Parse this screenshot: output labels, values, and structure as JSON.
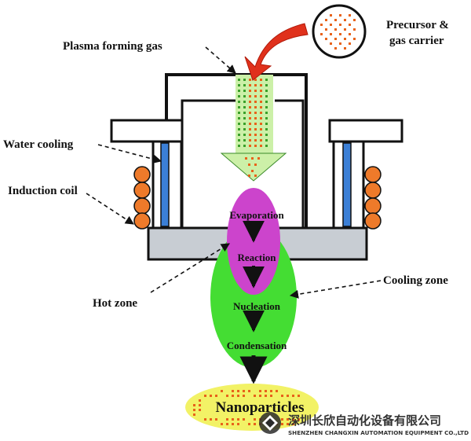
{
  "labels": {
    "plasma_forming_gas": "Plasma forming gas",
    "precursor_line1": "Precursor &",
    "precursor_line2": "gas carrier",
    "water_cooling": "Water cooling",
    "induction_coil": "Induction coil",
    "hot_zone": "Hot zone",
    "cooling_zone": "Cooling zone"
  },
  "process_steps": [
    "Evaporation",
    "Reaction",
    "Nucleation",
    "Condensation"
  ],
  "product": "Nanoparticles",
  "watermark": {
    "company_cn": "深圳长欣自动化设备有限公司",
    "company_en": "SHENZHEN CHANGXIN AUTOMATION EQUIPMENT CO.,LTD"
  },
  "colors": {
    "hot_zone": "#cc44cc",
    "cooling_zone": "#44dd33",
    "product_ellipse": "#f2f266",
    "particle": "#e8621a",
    "arrow_red": "#e0311c",
    "water_blue": "#3b7fd6",
    "coil_orange": "#ee7a2a",
    "base_gray": "#c8cdd3",
    "nozzle_green": "#ccf0a8"
  }
}
